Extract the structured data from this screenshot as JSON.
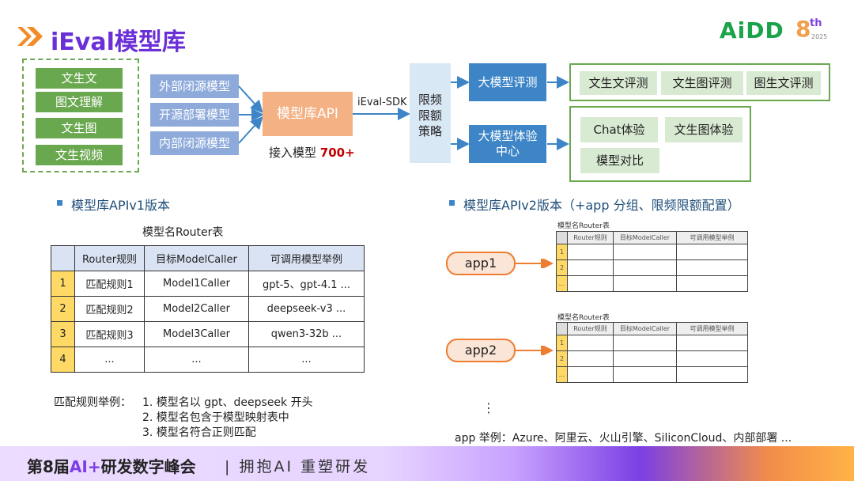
{
  "header": {
    "title": "iEval模型库",
    "logo_text": "AiDD",
    "logo_badge": "8",
    "logo_badge_sup": "th",
    "logo_year": "2025"
  },
  "left_group": {
    "items": [
      "文生文",
      "图文理解",
      "文生图",
      "文生视频"
    ]
  },
  "model_sources": [
    "外部闭源模型",
    "开源部署模型",
    "内部闭源模型"
  ],
  "api": {
    "label": "模型库API",
    "access_label": "接入模型",
    "access_count": "700+",
    "sdk_label": "iEval-SDK"
  },
  "limit": {
    "lines": [
      "限频",
      "限额",
      "策略"
    ]
  },
  "eval": {
    "label": "大模型评测",
    "items": [
      "文生文评测",
      "文生图评测",
      "图生文评测"
    ]
  },
  "experience": {
    "label_line1": "大模型体验",
    "label_line2": "中心",
    "items": [
      "Chat体验",
      "文生图体验",
      "模型对比"
    ]
  },
  "v1": {
    "heading": "模型库APIv1版本",
    "table_title": "模型名Router表",
    "columns": [
      "Router规则",
      "目标ModelCaller",
      "可调用模型举例"
    ],
    "rows": [
      {
        "idx": "1",
        "rule": "匹配规则1",
        "caller": "Model1Caller",
        "example": "gpt-5、gpt-4.1 ..."
      },
      {
        "idx": "2",
        "rule": "匹配规则2",
        "caller": "Model2Caller",
        "example": "deepseek-v3 ..."
      },
      {
        "idx": "3",
        "rule": "匹配规则3",
        "caller": "Model3Caller",
        "example": "qwen3-32b ..."
      },
      {
        "idx": "4",
        "rule": "...",
        "caller": "...",
        "example": "..."
      }
    ],
    "rule_examples_label": "匹配规则举例：",
    "rule_examples": [
      "1. 模型名以 gpt、deepseek 开头",
      "2. 模型名包含于模型映射表中",
      "3. 模型名符合正则匹配"
    ]
  },
  "v2": {
    "heading": "模型库APIv2版本（+app 分组、限频限额配置）",
    "tables": [
      {
        "app": "app1",
        "title": "模型名Router表"
      },
      {
        "app": "app2",
        "title": "模型名Router表"
      }
    ],
    "columns": [
      "Router规则",
      "目标ModelCaller",
      "可调用模型举例"
    ],
    "row_indices": [
      "1",
      "2",
      "..."
    ],
    "dots": "⋮",
    "app_examples": "app 举例：Azure、阿里云、火山引擎、SiliconCloud、内部部署 ..."
  },
  "footer": {
    "title_prefix": "第8届",
    "title_ai": "AI+",
    "title_suffix": "研发数字峰会",
    "tagline": "| 拥抱AI 重塑研发"
  }
}
